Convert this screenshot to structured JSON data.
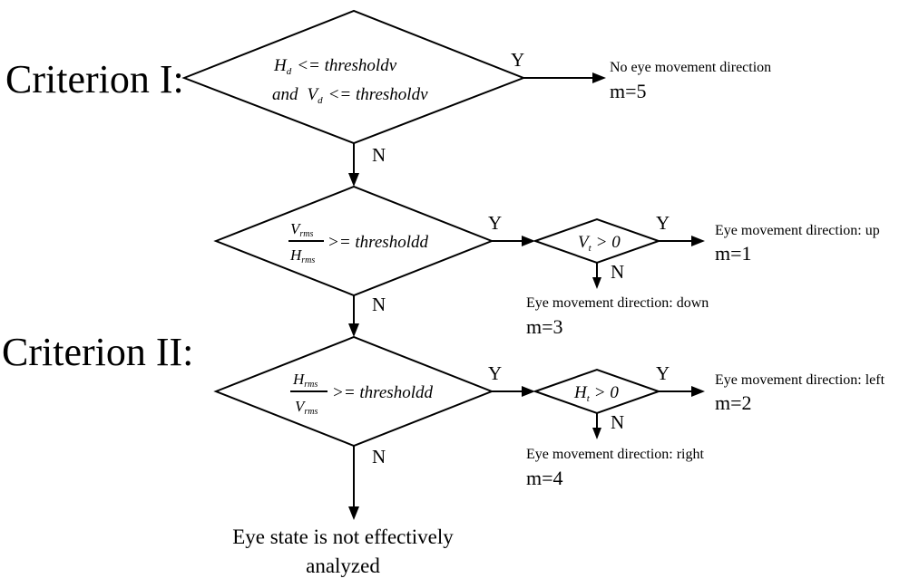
{
  "criterion_1": "Criterion I:",
  "criterion_2": "Criterion II:",
  "decision_1": {
    "line_1_var": "H",
    "line_1_sub": "d",
    "line_1_rest": "<= thresholdv",
    "line_2_pre": "and",
    "line_2_var": "V",
    "line_2_sub": "d",
    "line_2_rest": "<= thresholdv"
  },
  "decision_2": {
    "numerator": "V",
    "numerator_sub": "rms",
    "denominator": "H",
    "denominator_sub": "rms",
    "comparison": ">= thresholdd"
  },
  "decision_3": {
    "numerator": "H",
    "numerator_sub": "rms",
    "denominator": "V",
    "denominator_sub": "rms",
    "comparison": ">= thresholdd"
  },
  "decision_2b": {
    "var": "V",
    "sub": "t",
    "rest": "> 0"
  },
  "decision_3b": {
    "var": "H",
    "sub": "t",
    "rest": "> 0"
  },
  "branch_yes": "Y",
  "branch_no": "N",
  "outcomes": {
    "none": {
      "text": "No eye movement direction",
      "code": "m=5"
    },
    "up": {
      "text": "Eye movement direction: up",
      "code": "m=1"
    },
    "down": {
      "text": "Eye movement direction: down",
      "code": "m=3"
    },
    "left": {
      "text": "Eye movement direction: left",
      "code": "m=2"
    },
    "right": {
      "text": "Eye movement direction: right",
      "code": "m=4"
    }
  },
  "final": {
    "line_1": "Eye state is not effectively",
    "line_2": "analyzed"
  }
}
